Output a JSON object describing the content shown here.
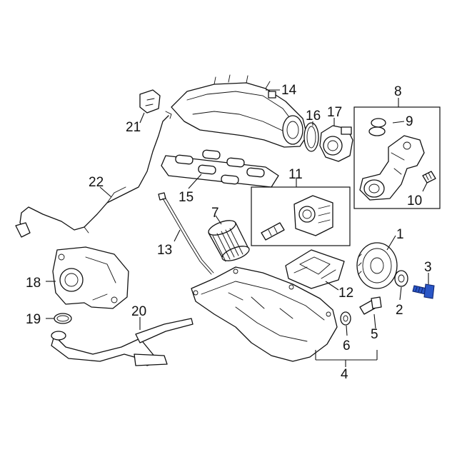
{
  "diagram": {
    "highlight_color": "#2a56c6",
    "callouts": [
      {
        "id": "c1",
        "label": "1"
      },
      {
        "id": "c2",
        "label": "2"
      },
      {
        "id": "c3",
        "label": "3"
      },
      {
        "id": "c4",
        "label": "4"
      },
      {
        "id": "c5",
        "label": "5"
      },
      {
        "id": "c6",
        "label": "6"
      },
      {
        "id": "c7",
        "label": "7"
      },
      {
        "id": "c8",
        "label": "8"
      },
      {
        "id": "c9",
        "label": "9"
      },
      {
        "id": "c10",
        "label": "10"
      },
      {
        "id": "c11",
        "label": "11"
      },
      {
        "id": "c12",
        "label": "12"
      },
      {
        "id": "c13",
        "label": "13"
      },
      {
        "id": "c14",
        "label": "14"
      },
      {
        "id": "c15",
        "label": "15"
      },
      {
        "id": "c16",
        "label": "16"
      },
      {
        "id": "c17",
        "label": "17"
      },
      {
        "id": "c18",
        "label": "18"
      },
      {
        "id": "c19",
        "label": "19"
      },
      {
        "id": "c20",
        "label": "20"
      },
      {
        "id": "c21",
        "label": "21"
      },
      {
        "id": "c22",
        "label": "22"
      }
    ]
  }
}
